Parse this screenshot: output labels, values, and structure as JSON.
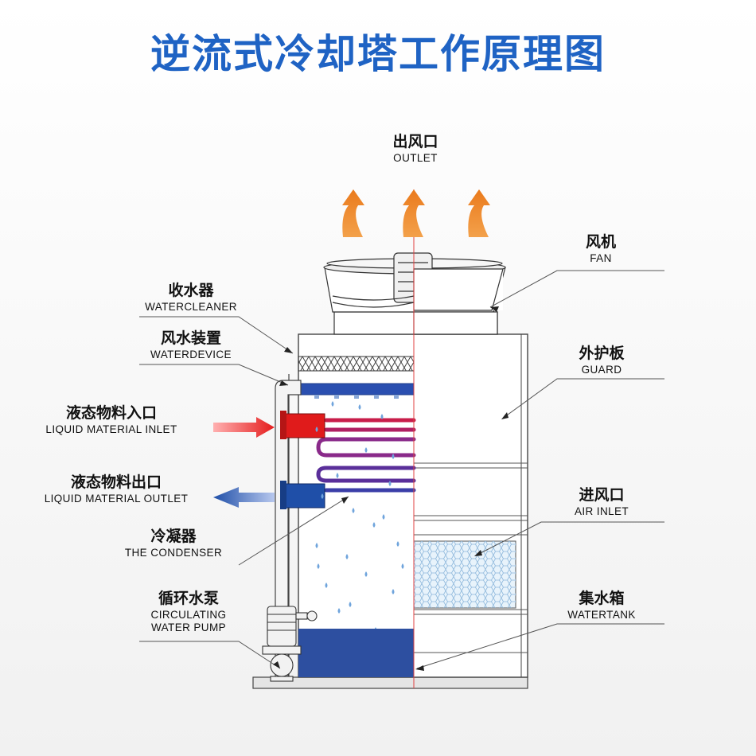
{
  "title": "逆流式冷却塔工作原理图",
  "labels": {
    "outlet": {
      "cn": "出风口",
      "en": "OUTLET"
    },
    "fan": {
      "cn": "风机",
      "en": "FAN"
    },
    "collector": {
      "cn": "收水器",
      "en": "WATERCLEANER"
    },
    "device": {
      "cn": "风水装置",
      "en": "WATERDEVICE"
    },
    "guard": {
      "cn": "外护板",
      "en": "GUARD"
    },
    "inlet": {
      "cn": "液态物料入口",
      "en": "LIQUID MATERIAL INLET"
    },
    "outletMat": {
      "cn": "液态物料出口",
      "en": "LIQUID MATERIAL OUTLET"
    },
    "airInlet": {
      "cn": "进风口",
      "en": "AIR INLET"
    },
    "condenser": {
      "cn": "冷凝器",
      "en": "THE CONDENSER"
    },
    "pump": {
      "cn": "循环水泵",
      "en": "CIRCULATING",
      "en2": "WATER PUMP"
    },
    "tank": {
      "cn": "集水箱",
      "en": "WATERTANK"
    }
  },
  "colors": {
    "title": "#1f63c4",
    "airArrow": "#f08a24",
    "hotFlow": "#e02020",
    "coldFlow": "#1f4fa8",
    "water": "#2d4fa0",
    "dropColor": "#6fa4dc"
  }
}
